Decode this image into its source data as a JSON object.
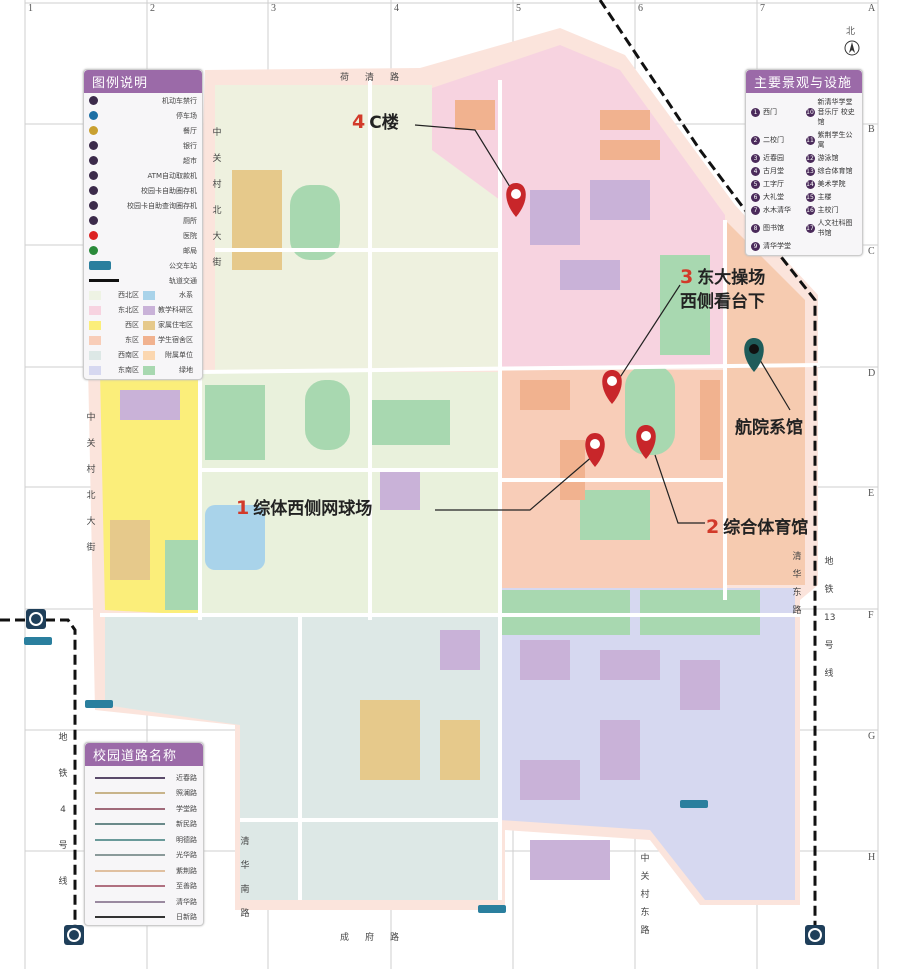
{
  "grid": {
    "columns": [
      "1",
      "2",
      "3",
      "4",
      "5",
      "6",
      "7"
    ],
    "rows": [
      "A",
      "B",
      "C",
      "D",
      "E",
      "F",
      "G",
      "H"
    ]
  },
  "compass": "北",
  "legend": {
    "title": "图例说明",
    "icons": [
      {
        "icon": "no-vehicle-icon",
        "label": "机动车禁行"
      },
      {
        "icon": "parking-icon",
        "label": "停车场"
      },
      {
        "icon": "restaurant-icon",
        "label": "餐厅"
      },
      {
        "icon": "bank-icon",
        "label": "银行"
      },
      {
        "icon": "supermarket-icon",
        "label": "超市"
      },
      {
        "icon": "atm-icon",
        "label": "ATM自动取款机"
      },
      {
        "icon": "card-topup-icon",
        "label": "校园卡自助圈存机"
      },
      {
        "icon": "card-query-icon",
        "label": "校园卡自助查询圈存机"
      },
      {
        "icon": "toilet-icon",
        "label": "厕所"
      },
      {
        "icon": "hospital-icon",
        "label": "医院"
      },
      {
        "icon": "post-office-icon",
        "label": "邮局"
      },
      {
        "icon": "bus-icon",
        "label": "公交车站"
      },
      {
        "icon": "subway-icon",
        "label": "轨道交通"
      }
    ],
    "zones": [
      {
        "label": "西北区",
        "color": "#eef3e4"
      },
      {
        "label": "水系",
        "color": "#a9d3ea"
      },
      {
        "label": "东北区",
        "color": "#f7d3e0"
      },
      {
        "label": "教学科研区",
        "color": "#c9b2d8"
      },
      {
        "label": "西区",
        "color": "#fbee7a"
      },
      {
        "label": "家属住宅区",
        "color": "#e6c98b"
      },
      {
        "label": "东区",
        "color": "#f8cdb8"
      },
      {
        "label": "学生宿舍区",
        "color": "#f1b28f"
      },
      {
        "label": "西南区",
        "color": "#dde8e6"
      },
      {
        "label": "附属单位",
        "color": "#fbd7b0"
      },
      {
        "label": "东南区",
        "color": "#d6d8f0"
      },
      {
        "label": "绿地",
        "color": "#a8d8b0"
      }
    ]
  },
  "landmarks": {
    "title": "主要景观与设施",
    "items": [
      {
        "n": "1",
        "label": "西门"
      },
      {
        "n": "10",
        "label": "新清华学堂 音乐厅 校史馆"
      },
      {
        "n": "2",
        "label": "二校门"
      },
      {
        "n": "11",
        "label": "紫荆学生公寓"
      },
      {
        "n": "3",
        "label": "近春园"
      },
      {
        "n": "12",
        "label": "游泳馆"
      },
      {
        "n": "4",
        "label": "古月堂"
      },
      {
        "n": "13",
        "label": "综合体育馆"
      },
      {
        "n": "5",
        "label": "工字厅"
      },
      {
        "n": "14",
        "label": "美术学院"
      },
      {
        "n": "6",
        "label": "大礼堂"
      },
      {
        "n": "15",
        "label": "主楼"
      },
      {
        "n": "7",
        "label": "水木清华"
      },
      {
        "n": "16",
        "label": "主校门"
      },
      {
        "n": "8",
        "label": "图书馆"
      },
      {
        "n": "17",
        "label": "人文社科图书馆"
      },
      {
        "n": "9",
        "label": "清华学堂"
      }
    ]
  },
  "roads_panel": {
    "title": "校园道路名称",
    "roads": [
      {
        "label": "近春路",
        "color": "#5a4a6a"
      },
      {
        "label": "照澜路",
        "color": "#c8b48a"
      },
      {
        "label": "学堂路",
        "color": "#a06a7a"
      },
      {
        "label": "新民路",
        "color": "#6a8a8a"
      },
      {
        "label": "明德路",
        "color": "#6a9a9a"
      },
      {
        "label": "光华路",
        "color": "#8a9a9a"
      },
      {
        "label": "紫荆路",
        "color": "#e0c0a0"
      },
      {
        "label": "至善路",
        "color": "#b07080"
      },
      {
        "label": "清华路",
        "color": "#9a8aa0"
      },
      {
        "label": "日新路",
        "color": "#333333"
      }
    ]
  },
  "streets": {
    "north": "荷清路",
    "west_inner": "中关村北大街",
    "west_outer": "中关村北大街",
    "south": "成府路",
    "southwest": "清华南路",
    "east": "清华东路",
    "southeast": "中关村东路",
    "subway4": "地铁4号线",
    "subway13": "地铁13号线"
  },
  "annotations": [
    {
      "num": "4",
      "label": "C楼"
    },
    {
      "num": "3",
      "label": "东大操场",
      "label2": "西侧看台下"
    },
    {
      "num": "1",
      "label": "综体西侧网球场"
    },
    {
      "num": "2",
      "label": "综合体育馆"
    },
    {
      "num": "",
      "label": "航院系馆"
    }
  ],
  "colors": {
    "pin_red": "#c8262a",
    "pin_teal": "#1f5c5a",
    "accent": "#d23a2a",
    "panel_header": "#9b6aa8"
  }
}
